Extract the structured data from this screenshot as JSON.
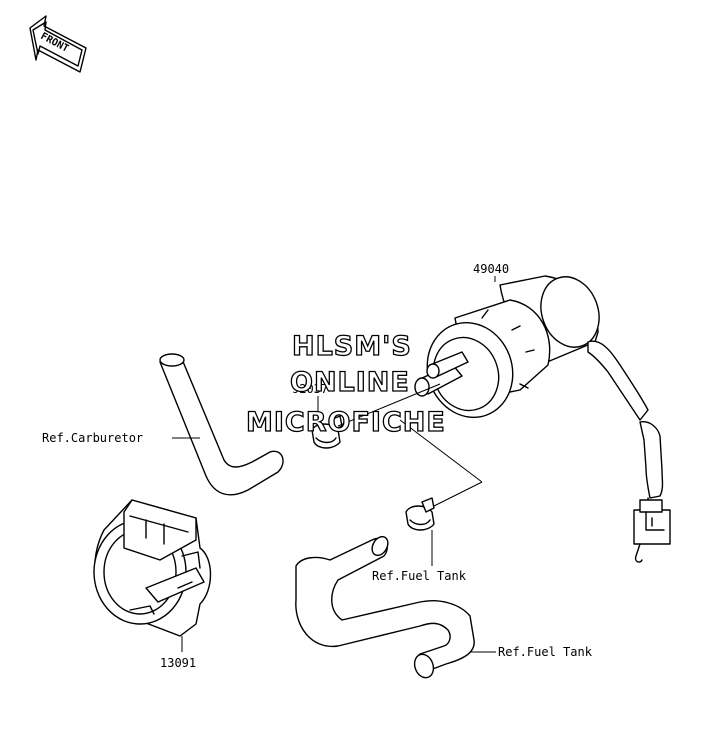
{
  "diagram": {
    "front_badge": "FRONT",
    "watermark": [
      "HLSM'S",
      "ONLINE",
      "MICROFICHE"
    ],
    "callouts": {
      "fuel_pump": "49040",
      "clamp": "92037",
      "hose_carburetor": "Ref.Carburetor",
      "clamp_ref_tank": "Ref.Fuel Tank",
      "hose_ref_tank": "Ref.Fuel Tank",
      "bracket": "13091"
    }
  }
}
